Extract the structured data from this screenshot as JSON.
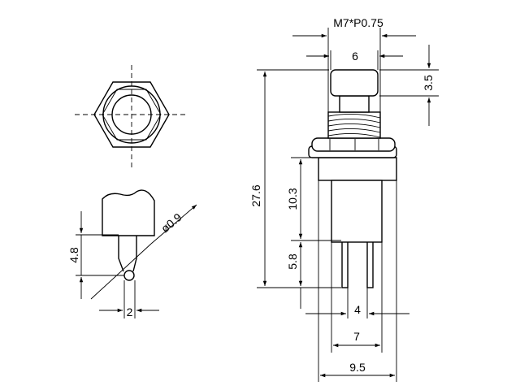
{
  "drawing": {
    "thread_spec": "M7*P0.75",
    "dimensions": {
      "cap_width": "6",
      "cap_height": "3.5",
      "overall_height": "27.6",
      "body_height": "10.3",
      "terminal_length": "5.8",
      "terminal_inner_gap": "4",
      "terminal_pitch": "7",
      "body_width": "9.5",
      "terminal_height_side": "4.8",
      "terminal_width_side": "2",
      "hole_diameter": "ø0.9"
    }
  }
}
